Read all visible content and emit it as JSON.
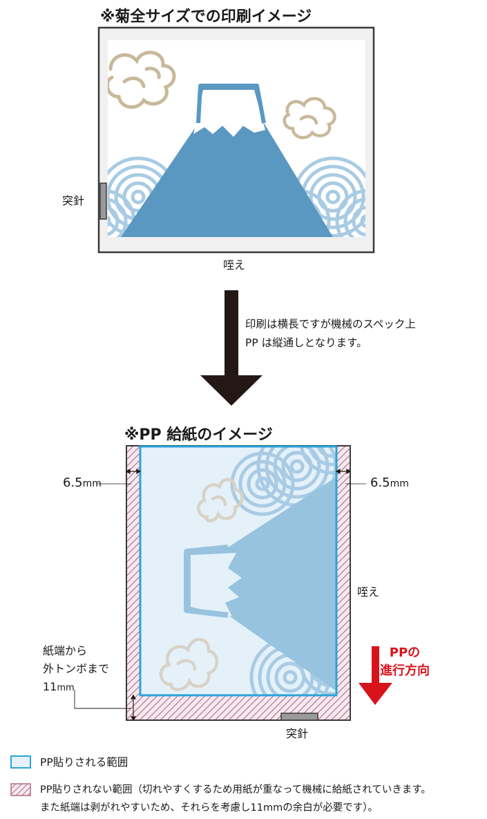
{
  "top_section": {
    "title": "※菊全サイズでの印刷イメージ",
    "side_label": "突針",
    "bottom_label": "咥え"
  },
  "arrow_note": {
    "line1": "印刷は横長ですが機械のスペック上",
    "line2": "PP は縦通しとなります。"
  },
  "bottom_section": {
    "title": "※PP 給紙のイメージ",
    "margin_left": "6.5",
    "margin_right": "6.5",
    "margin_unit": "mm",
    "right_label": "咥え",
    "edge_note_line1": "紙端から",
    "edge_note_line2": "外トンボまで",
    "edge_value": "11",
    "edge_unit": "mm",
    "bottom_label": "突針",
    "direction_line1": "PPの",
    "direction_line2": "進行方向"
  },
  "legend": {
    "item1": "PP貼りされる範囲",
    "item2_line1": "PP貼りされない範囲（切れやすくするため用紙が重なって機械に給紙されていきます。",
    "item2_line2": "また紙端は剥がれやすいため、それらを考慮し11mmの余白が必要です）。"
  },
  "colors": {
    "blue_outline": "#2aa3d6",
    "mountain_blue": "#5a98c2",
    "light_blue": "#e4f1f9",
    "cloud_tan": "#c8b99a",
    "hatch_pink": "#b06a86",
    "direction_red": "#d7131c"
  }
}
